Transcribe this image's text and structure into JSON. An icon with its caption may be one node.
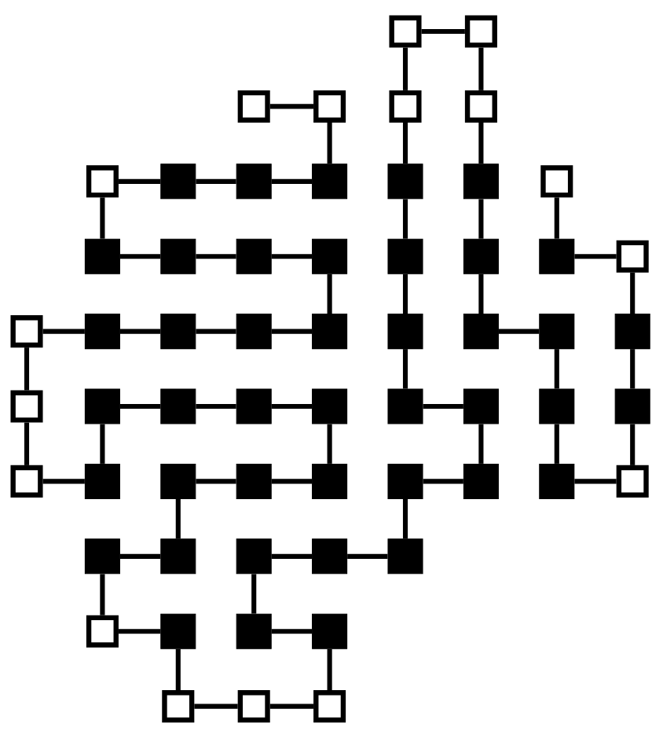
{
  "diagram": {
    "nodes": [
      {
        "text": [],
        "shape": "box"
      },
      {
        "text": [],
        "shape": "box"
      },
      {
        "text": [],
        "shape": "box"
      },
      {
        "text": [],
        "shape": "box"
      },
      {
        "text": [],
        "shape": "box"
      },
      {
        "text": [],
        "shape": "box"
      },
      {
        "text": [],
        "shape": "box"
      },
      {
        "text": [],
        "shape": "block"
      },
      {
        "text": [],
        "shape": "block"
      },
      {
        "text": [],
        "shape": "block"
      },
      {
        "text": [],
        "shape": "block"
      },
      {
        "text": [],
        "shape": "block"
      },
      {
        "text": [],
        "shape": "box"
      },
      {
        "text": [],
        "shape": "block"
      },
      {
        "text": [],
        "shape": "block"
      },
      {
        "text": [],
        "shape": "block"
      },
      {
        "text": [],
        "shape": "block"
      },
      {
        "text": [],
        "shape": "block"
      },
      {
        "text": [],
        "shape": "block"
      },
      {
        "text": [],
        "shape": "block"
      },
      {
        "text": [],
        "shape": "box"
      },
      {
        "text": [],
        "shape": "box"
      },
      {
        "text": [],
        "shape": "block"
      },
      {
        "text": [],
        "shape": "block"
      },
      {
        "text": [],
        "shape": "block"
      },
      {
        "text": [],
        "shape": "block"
      },
      {
        "text": [],
        "shape": "block"
      },
      {
        "text": [],
        "shape": "block"
      },
      {
        "text": [],
        "shape": "block"
      },
      {
        "text": [],
        "shape": "block"
      },
      {
        "text": [],
        "shape": "box"
      },
      {
        "text": [],
        "shape": "block"
      },
      {
        "text": [],
        "shape": "block"
      },
      {
        "text": [],
        "shape": "block"
      },
      {
        "text": [],
        "shape": "block"
      },
      {
        "text": [],
        "shape": "block"
      },
      {
        "text": [],
        "shape": "block"
      },
      {
        "text": [],
        "shape": "block"
      },
      {
        "text": [],
        "shape": "block"
      },
      {
        "text": [],
        "shape": "box"
      },
      {
        "text": [],
        "shape": "block"
      },
      {
        "text": [],
        "shape": "block"
      },
      {
        "text": [],
        "shape": "block"
      },
      {
        "text": [],
        "shape": "block"
      },
      {
        "text": [],
        "shape": "block"
      },
      {
        "text": [],
        "shape": "block"
      },
      {
        "text": [],
        "shape": "block"
      },
      {
        "text": [],
        "shape": "box"
      },
      {
        "text": [],
        "shape": "block"
      },
      {
        "text": [],
        "shape": "block"
      },
      {
        "text": [],
        "shape": "block"
      },
      {
        "text": [],
        "shape": "block"
      },
      {
        "text": [],
        "shape": "block"
      },
      {
        "text": [],
        "shape": "box"
      },
      {
        "text": [],
        "shape": "block"
      },
      {
        "text": [],
        "shape": "block"
      },
      {
        "text": [],
        "shape": "block"
      },
      {
        "text": [],
        "shape": "box"
      },
      {
        "text": [],
        "shape": "box"
      },
      {
        "text": [],
        "shape": "box"
      }
    ],
    "edges": [
      {
        "from": 0,
        "to": 1,
        "arrow": "none"
      },
      {
        "from": 0,
        "to": 4,
        "arrow": "none"
      },
      {
        "from": 1,
        "to": 5,
        "arrow": "none"
      },
      {
        "from": 2,
        "to": 3,
        "arrow": "none"
      },
      {
        "from": 3,
        "to": 9,
        "arrow": "none"
      },
      {
        "from": 4,
        "to": 10,
        "arrow": "none"
      },
      {
        "from": 5,
        "to": 11,
        "arrow": "none"
      },
      {
        "from": 6,
        "to": 7,
        "arrow": "none"
      },
      {
        "from": 7,
        "to": 8,
        "arrow": "none"
      },
      {
        "from": 8,
        "to": 9,
        "arrow": "none"
      },
      {
        "from": 6,
        "to": 13,
        "arrow": "none"
      },
      {
        "from": 10,
        "to": 17,
        "arrow": "none"
      },
      {
        "from": 11,
        "to": 18,
        "arrow": "none"
      },
      {
        "from": 12,
        "to": 19,
        "arrow": "none"
      },
      {
        "from": 13,
        "to": 14,
        "arrow": "none"
      },
      {
        "from": 14,
        "to": 15,
        "arrow": "none"
      },
      {
        "from": 15,
        "to": 16,
        "arrow": "none"
      },
      {
        "from": 19,
        "to": 20,
        "arrow": "none"
      },
      {
        "from": 16,
        "to": 25,
        "arrow": "none"
      },
      {
        "from": 17,
        "to": 26,
        "arrow": "none"
      },
      {
        "from": 18,
        "to": 27,
        "arrow": "none"
      },
      {
        "from": 20,
        "to": 29,
        "arrow": "none"
      },
      {
        "from": 21,
        "to": 22,
        "arrow": "none"
      },
      {
        "from": 22,
        "to": 23,
        "arrow": "none"
      },
      {
        "from": 23,
        "to": 24,
        "arrow": "none"
      },
      {
        "from": 24,
        "to": 25,
        "arrow": "none"
      },
      {
        "from": 27,
        "to": 28,
        "arrow": "none"
      },
      {
        "from": 21,
        "to": 30,
        "arrow": "none"
      },
      {
        "from": 26,
        "to": 35,
        "arrow": "none"
      },
      {
        "from": 28,
        "to": 37,
        "arrow": "none"
      },
      {
        "from": 29,
        "to": 38,
        "arrow": "none"
      },
      {
        "from": 31,
        "to": 32,
        "arrow": "none"
      },
      {
        "from": 32,
        "to": 33,
        "arrow": "none"
      },
      {
        "from": 33,
        "to": 34,
        "arrow": "none"
      },
      {
        "from": 35,
        "to": 36,
        "arrow": "none"
      },
      {
        "from": 30,
        "to": 39,
        "arrow": "none"
      },
      {
        "from": 31,
        "to": 40,
        "arrow": "none"
      },
      {
        "from": 34,
        "to": 43,
        "arrow": "none"
      },
      {
        "from": 36,
        "to": 45,
        "arrow": "none"
      },
      {
        "from": 37,
        "to": 46,
        "arrow": "none"
      },
      {
        "from": 38,
        "to": 47,
        "arrow": "none"
      },
      {
        "from": 39,
        "to": 40,
        "arrow": "none"
      },
      {
        "from": 41,
        "to": 42,
        "arrow": "none"
      },
      {
        "from": 42,
        "to": 43,
        "arrow": "none"
      },
      {
        "from": 44,
        "to": 45,
        "arrow": "none"
      },
      {
        "from": 46,
        "to": 47,
        "arrow": "none"
      },
      {
        "from": 41,
        "to": 49,
        "arrow": "none"
      },
      {
        "from": 44,
        "to": 52,
        "arrow": "none"
      },
      {
        "from": 48,
        "to": 49,
        "arrow": "none"
      },
      {
        "from": 50,
        "to": 51,
        "arrow": "none"
      },
      {
        "from": 51,
        "to": 52,
        "arrow": "none"
      },
      {
        "from": 48,
        "to": 53,
        "arrow": "none"
      },
      {
        "from": 50,
        "to": 55,
        "arrow": "none"
      },
      {
        "from": 53,
        "to": 54,
        "arrow": "none"
      },
      {
        "from": 55,
        "to": 56,
        "arrow": "none"
      },
      {
        "from": 54,
        "to": 57,
        "arrow": "none"
      },
      {
        "from": 56,
        "to": 59,
        "arrow": "none"
      },
      {
        "from": 57,
        "to": 58,
        "arrow": "none"
      },
      {
        "from": 58,
        "to": 59,
        "arrow": "none"
      }
    ]
  }
}
